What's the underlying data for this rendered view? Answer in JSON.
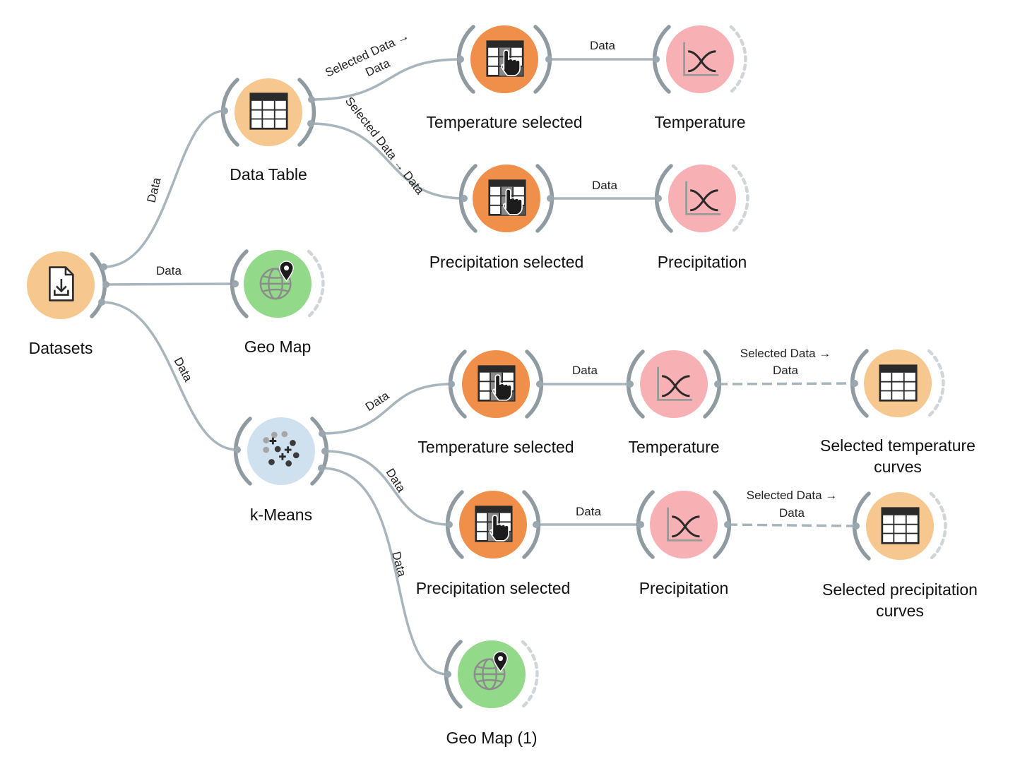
{
  "canvas": {
    "colors": {
      "datasets": "#f6c78e",
      "table": "#f6c78e",
      "select_rows": "#f08f4a",
      "line_plot": "#f7b0b3",
      "geo_map": "#93d98a",
      "kmeans": "#cfe1ef",
      "link": "#a8b5bc"
    }
  },
  "widgets": {
    "datasets": {
      "label": "Datasets",
      "icon": "file-download-icon"
    },
    "data_table": {
      "label": "Data Table",
      "icon": "table-icon"
    },
    "geo_map": {
      "label": "Geo Map",
      "icon": "globe-pin-icon"
    },
    "kmeans": {
      "label": "k-Means",
      "icon": "cluster-icon"
    },
    "geo_map_1": {
      "label": "Geo Map (1)",
      "icon": "globe-pin-icon"
    },
    "temp_selected_1": {
      "label": "Temperature selected",
      "icon": "select-rows-icon"
    },
    "temp_plot_1": {
      "label": "Temperature",
      "icon": "line-plot-icon"
    },
    "precip_selected_1": {
      "label": "Precipitation selected",
      "icon": "select-rows-icon"
    },
    "precip_plot_1": {
      "label": "Precipitation",
      "icon": "line-plot-icon"
    },
    "temp_selected_2": {
      "label": "Temperature selected",
      "icon": "select-rows-icon"
    },
    "temp_plot_2": {
      "label": "Temperature",
      "icon": "line-plot-icon"
    },
    "sel_temp_curves": {
      "label_line1": "Selected temperature",
      "label_line2": "curves",
      "icon": "table-icon"
    },
    "precip_selected_2": {
      "label": "Precipitation selected",
      "icon": "select-rows-icon"
    },
    "precip_plot_2": {
      "label": "Precipitation",
      "icon": "line-plot-icon"
    },
    "sel_precip_curves": {
      "label_line1": "Selected precipitation",
      "label_line2": "curves",
      "icon": "table-icon"
    }
  },
  "links": {
    "datasets_to_table": "Data",
    "datasets_to_geomap": "Data",
    "datasets_to_kmeans": "Data",
    "table_to_temp_line1": "Selected Data →",
    "table_to_temp_line2": "Data",
    "table_to_precip": "Selected Data → Data",
    "temp_sel_to_plot_1": "Data",
    "precip_sel_to_plot_1": "Data",
    "kmeans_to_temp_sel": "Data",
    "kmeans_to_precip_sel": "Data",
    "kmeans_to_geomap1": "Data",
    "temp_sel_to_plot_2": "Data",
    "temp_plot_to_curves_line1": "Selected Data →",
    "temp_plot_to_curves_line2": "Data",
    "precip_sel_to_plot_2": "Data",
    "precip_plot_to_curves_line1": "Selected Data →",
    "precip_plot_to_curves_line2": "Data"
  }
}
